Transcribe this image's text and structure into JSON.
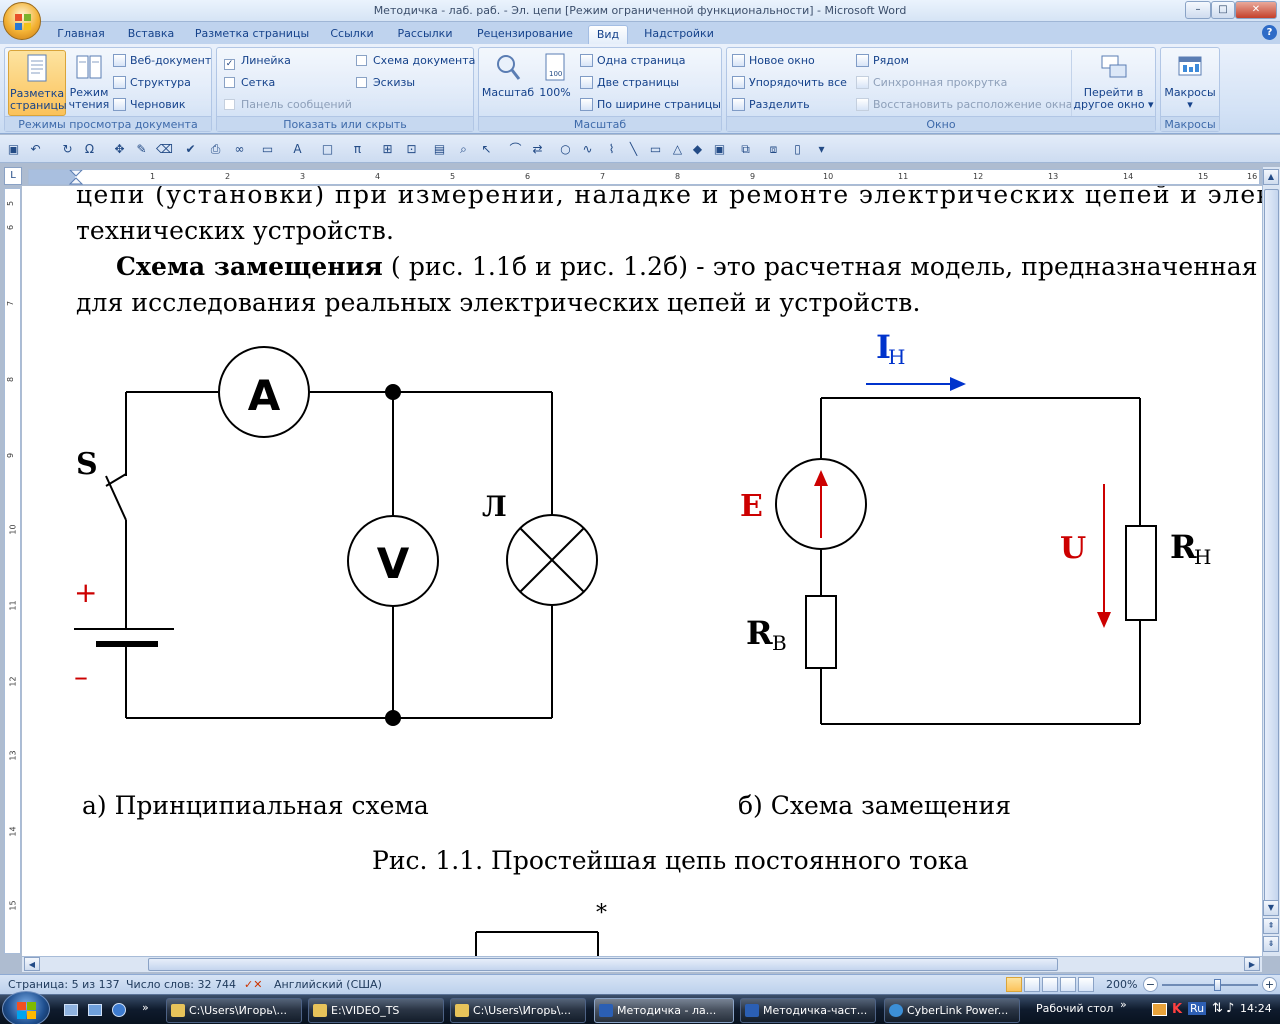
{
  "window": {
    "title": "Методичка - лаб. раб. - Эл. цепи [Режим ограниченной функциональности] - Microsoft Word",
    "min": "–",
    "max": "□",
    "close": "✕"
  },
  "tabs": [
    "Главная",
    "Вставка",
    "Разметка страницы",
    "Ссылки",
    "Рассылки",
    "Рецензирование",
    "Вид",
    "Надстройки"
  ],
  "active_tab": "Вид",
  "ribbon": {
    "views": {
      "label": "Режимы просмотра документа",
      "print_layout": "Разметка страницы",
      "reading": "Режим чтения",
      "web": "Веб-документ",
      "outline": "Структура",
      "draft": "Черновик"
    },
    "show": {
      "label": "Показать или скрыть",
      "ruler": "Линейка",
      "grid": "Сетка",
      "message_bar": "Панель сообщений",
      "doc_map": "Схема документа",
      "thumbnails": "Эскизы"
    },
    "zoom": {
      "label": "Масштаб",
      "zoom": "Масштаб",
      "zoom100": "100%",
      "one_page": "Одна страница",
      "two_pages": "Две страницы",
      "page_width": "По ширине страницы"
    },
    "window": {
      "label": "Окно",
      "new_window": "Новое окно",
      "arrange_all": "Упорядочить все",
      "split": "Разделить",
      "side_by_side": "Рядом",
      "sync_scroll": "Синхронная прокрутка",
      "reset_pos": "Восстановить расположение окна",
      "switch_line1": "Перейти в",
      "switch_line2": "другое окно"
    },
    "macros": {
      "label": "Макросы",
      "macros": "Макросы"
    }
  },
  "ruler": {
    "corner": "L",
    "h_numbers": [
      "1",
      "2",
      "3",
      "4",
      "5",
      "6",
      "7",
      "8",
      "9",
      "10",
      "11",
      "12",
      "13",
      "14",
      "15",
      "16"
    ],
    "v_numbers": [
      "5",
      "6",
      "7",
      "8",
      "9",
      "10",
      "11",
      "12",
      "13",
      "14",
      "15"
    ]
  },
  "doc": {
    "line1": "цепи (установки) при измерении, наладке и ремонте электрических цепей и электро-",
    "line2": "технических устройств.",
    "line3_bold": "Схема  замещения",
    "line3_rest": " ( рис. 1.1б и рис. 1.2б) -  это расчетная модель, предназначенная",
    "line4": "для исследования реальных электрических цепей и устройств.",
    "fig_a": {
      "ammeter": "A",
      "voltmeter": "V",
      "switch": "S",
      "lamp": "Л",
      "plus": "+",
      "minus": "–",
      "caption": "а)  Принципиальная схема"
    },
    "fig_b": {
      "current": "I",
      "current_sub": "Н",
      "emf": "E",
      "voltage": "U",
      "r_load": "R",
      "r_load_sub": "Н",
      "r_int": "R",
      "r_int_sub": "В",
      "caption": "б)  Схема замещения"
    },
    "figure_caption": "Рис. 1.1.  Простейшая цепь постоянного тока",
    "asterisk": "*"
  },
  "status": {
    "page": "Страница: 5 из 137",
    "words": "Число слов: 32 744",
    "language": "Английский (США)",
    "zoom": "200%",
    "zoom_minus": "−",
    "zoom_plus": "+"
  },
  "taskbar": {
    "items": [
      "C:\\Users\\Игорь\\...",
      "E:\\VIDEO_TS",
      "C:\\Users\\Игорь\\...",
      "Методичка - ла...",
      "Методичка-част...",
      "CyberLink Power..."
    ],
    "desktop": "Рабочий стол",
    "lang": "Ru",
    "time": "14:24"
  },
  "colors": {
    "accent_blue": "#0033cc",
    "accent_red": "#cc0000",
    "ribbon_text": "#15428b"
  }
}
